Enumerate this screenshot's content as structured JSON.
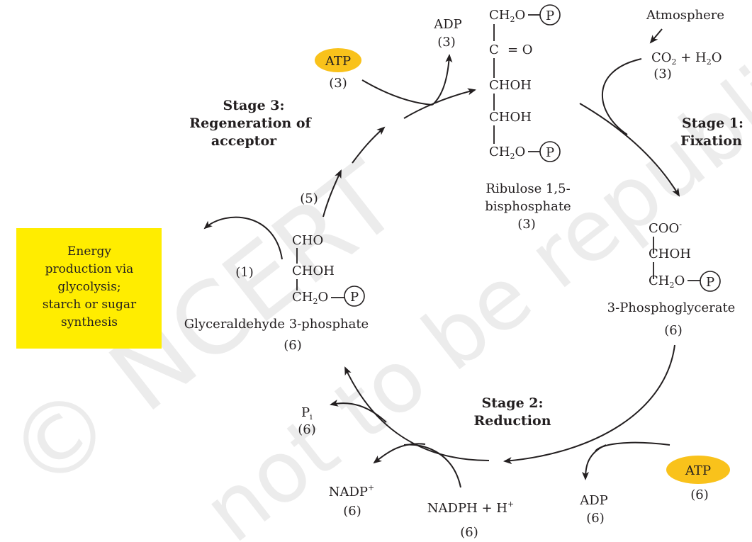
{
  "colors": {
    "atp_oval": "#f9c21b",
    "energy_box": "#ffed00",
    "ink": "#231f20",
    "watermark": "#e6e6e6"
  },
  "watermark": {
    "line1": "© NCERT",
    "line2": "not to be republished"
  },
  "stages": {
    "stage1": {
      "title": "Stage 1:",
      "subtitle": "Fixation"
    },
    "stage2": {
      "title": "Stage 2:",
      "subtitle": "Reduction"
    },
    "stage3": {
      "title": "Stage 3:",
      "line2": "Regeneration of",
      "line3": "acceptor"
    }
  },
  "energy_box": {
    "lines": [
      "Energy",
      "production via",
      "glycolysis;",
      "starch or sugar",
      "synthesis"
    ]
  },
  "rubp": {
    "rows": [
      "CH",
      "2",
      "O",
      "P",
      "C",
      "= O",
      "CHOH",
      "CHOH",
      "CH",
      "2",
      "O",
      "P"
    ],
    "label1": "Ribulose 1,5-",
    "label2": "bisphosphate",
    "count": "(3)"
  },
  "pga": {
    "row1": "COO",
    "row1_sup": "-",
    "row2": "CHOH",
    "row3a": "CH",
    "row3_sub": "2",
    "row3b": "O",
    "p": "P",
    "label": "3-Phosphoglycerate",
    "count": "(6)"
  },
  "g3p": {
    "row1": "CHO",
    "row2": "CHOH",
    "row3a": "CH",
    "row3_sub": "2",
    "row3b": "O",
    "p": "P",
    "label": "Glyceraldehyde 3-phosphate",
    "count": "(6)",
    "out_count": "(1)",
    "cycle_count": "(5)"
  },
  "atmosphere": {
    "label": "Atmosphere",
    "co2": "CO",
    "co2_sub": "2",
    "plus": " + H",
    "h2o_sub": "2",
    "o": "O",
    "count": "(3)"
  },
  "atp_top": {
    "label": "ATP",
    "count": "(3)"
  },
  "adp_top": {
    "label": "ADP",
    "count": "(3)"
  },
  "atp_bottom": {
    "label": "ATP",
    "count": "(6)"
  },
  "adp_bottom": {
    "label": "ADP",
    "count": "(6)"
  },
  "nadph": {
    "label": "NADPH + H",
    "sup": "+",
    "count": "(6)"
  },
  "nadp": {
    "label": "NADP",
    "sup": "+",
    "count": "(6)"
  },
  "pi": {
    "label": "P",
    "sub": "i",
    "count": "(6)"
  }
}
